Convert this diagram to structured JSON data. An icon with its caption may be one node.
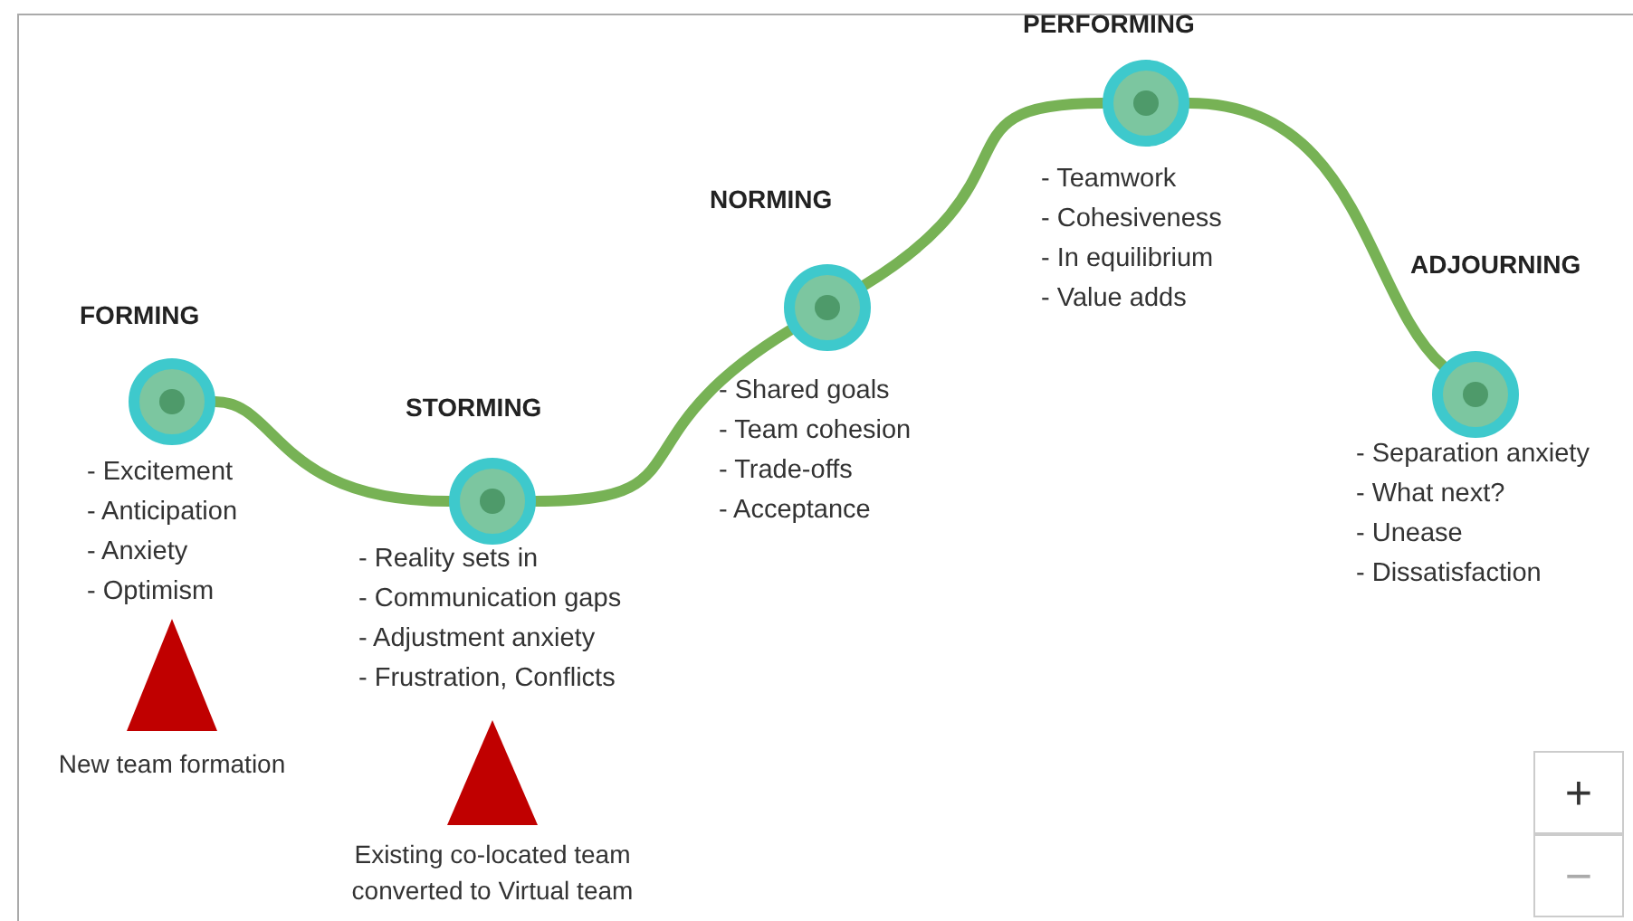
{
  "diagram": {
    "nodes": [
      {
        "text": [
          "FORMING"
        ],
        "beside": [
          "- Excitement",
          "- Anticipation",
          "- Anxiety",
          "- Optimism"
        ]
      },
      {
        "text": [
          "STORMING"
        ],
        "beside": [
          "- Reality sets in",
          "- Communication gaps",
          "- Adjustment anxiety",
          "- Frustration, Conflicts"
        ]
      },
      {
        "text": [
          "NORMING"
        ],
        "beside": [
          "- Shared goals",
          "- Team cohesion",
          "- Trade-offs",
          "- Acceptance"
        ]
      },
      {
        "text": [
          "PERFORMING"
        ],
        "beside": [
          "- Teamwork",
          "- Cohesiveness",
          "- In equilibrium",
          "- Value adds"
        ]
      },
      {
        "text": [
          "ADJOURNING"
        ],
        "beside": [
          "- Separation anxiety",
          "- What next?",
          "- Unease",
          "- Dissatisfaction"
        ]
      },
      {
        "text": [
          "New team formation"
        ]
      },
      {
        "text": [
          "Existing co-located team converted to Virtual team"
        ]
      }
    ],
    "edges": [
      {
        "from": 0,
        "to": 1,
        "arrow": "none"
      },
      {
        "from": 1,
        "to": 2,
        "arrow": "none"
      },
      {
        "from": 2,
        "to": 3,
        "arrow": "none"
      },
      {
        "from": 3,
        "to": 4,
        "arrow": "none"
      }
    ],
    "labels": [
      "+",
      "−"
    ]
  }
}
